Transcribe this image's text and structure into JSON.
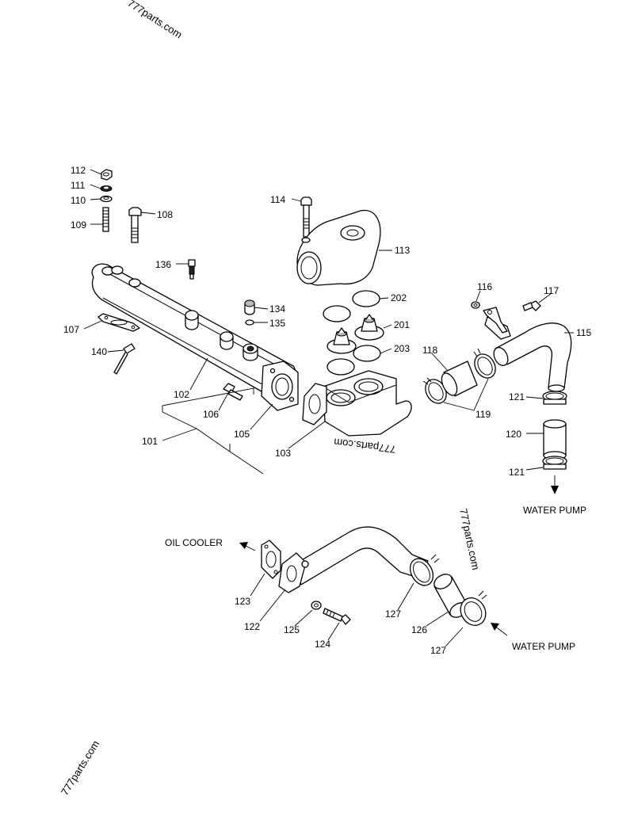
{
  "watermarks": [
    "777parts.com",
    "777parts.com",
    "777parts.com",
    "777parts.com"
  ],
  "destinations": {
    "water_pump_upper": "WATER PUMP",
    "oil_cooler": "OIL COOLER",
    "water_pump_lower": "WATER PUMP"
  },
  "parts": {
    "p101": "101",
    "p102": "102",
    "p103": "103",
    "p105": "105",
    "p106": "106",
    "p107": "107",
    "p108": "108",
    "p109": "109",
    "p110": "110",
    "p111": "111",
    "p112": "112",
    "p113": "113",
    "p114": "114",
    "p115": "115",
    "p116": "116",
    "p117": "117",
    "p118": "118",
    "p119": "119",
    "p120": "120",
    "p121a": "121",
    "p121b": "121",
    "p122": "122",
    "p123": "123",
    "p124": "124",
    "p125": "125",
    "p126": "126",
    "p127a": "127",
    "p127b": "127",
    "p134": "134",
    "p135": "135",
    "p136": "136",
    "p140": "140",
    "p201": "201",
    "p202": "202",
    "p203": "203"
  }
}
